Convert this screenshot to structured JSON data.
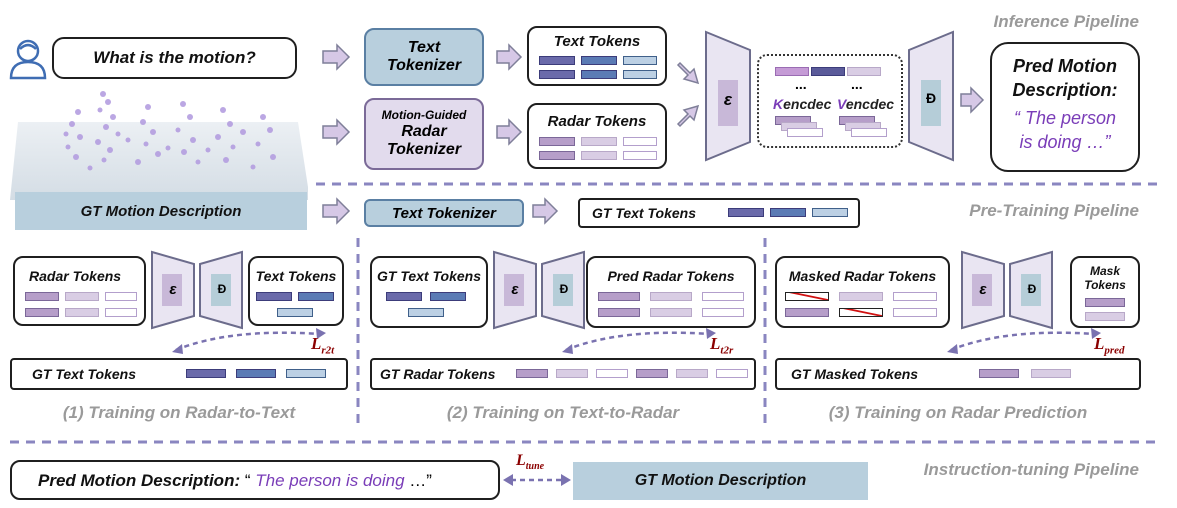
{
  "header": {
    "inference_title": "Inference Pipeline",
    "pretraining_title": "Pre-Training Pipeline",
    "instruction_title": "Instruction-tuning Pipeline"
  },
  "inference": {
    "question": "What is the motion?",
    "text_tokenizer": [
      "Text",
      "Tokenizer"
    ],
    "radar_tokenizer": [
      "Motion-Guided",
      "Radar",
      "Tokenizer"
    ],
    "text_tokens_label": "Text Tokens",
    "radar_tokens_label": "Radar Tokens",
    "encoder_symbol": "ε",
    "decoder_symbol": "Đ",
    "ellipsis": "...",
    "k_label": "Kencdec",
    "v_label": "Vencdec",
    "pred_title": [
      "Pred Motion",
      "Description:"
    ],
    "pred_quote_open": "“ The person",
    "pred_quote_close": "is doing …”"
  },
  "gt_motion_description": "GT Motion Description",
  "pretraining": {
    "text_tokenizer": "Text Tokenizer",
    "gt_text_tokens": "GT Text Tokens"
  },
  "tasks": [
    {
      "in_label": "Radar Tokens",
      "out_label": "Text Tokens",
      "gt_label": "GT Text Tokens",
      "loss": "L",
      "loss_sub": "r2t",
      "caption": "(1) Training on Radar-to-Text"
    },
    {
      "in_label": "GT Text Tokens",
      "out_label": "Pred Radar Tokens",
      "gt_label": "GT Radar Tokens",
      "loss": "L",
      "loss_sub": "t2r",
      "caption": "(2) Training on Text-to-Radar"
    },
    {
      "in_label": "Masked Radar Tokens",
      "out_label": [
        "Mask",
        "Tokens"
      ],
      "gt_label": "GT Masked Tokens",
      "loss": "L",
      "loss_sub": "pred",
      "caption": "(3) Training on Radar Prediction"
    }
  ],
  "instruction": {
    "pred_label": "Pred Motion Description:",
    "quote_open": " “ ",
    "quote_text": "The person is doing",
    "quote_close": " …”",
    "loss": "L",
    "loss_sub": "tune",
    "gt_label": "GT Motion Description"
  },
  "colors": {
    "dashed_separator": "#8a86c0",
    "accent_purple": "#7a3db8",
    "loss_red": "#8b0000",
    "encoder_fill": "#e9e5f2",
    "gt_panel": "#b8cfdd"
  }
}
